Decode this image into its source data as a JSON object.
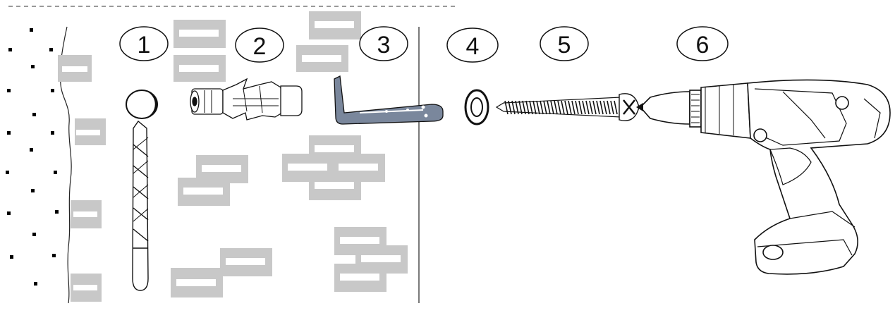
{
  "steps": [
    {
      "number": "1",
      "icon": "drill-bit-icon"
    },
    {
      "number": "2",
      "icon": "wall-plug-anchor-icon"
    },
    {
      "number": "3",
      "icon": "l-bracket-icon"
    },
    {
      "number": "4",
      "icon": "washer-icon"
    },
    {
      "number": "5",
      "icon": "screw-icon"
    },
    {
      "number": "6",
      "icon": "cordless-drill-icon"
    }
  ],
  "colors": {
    "line": "#111111",
    "label_placeholder": "#c8c8c8",
    "bracket": "#7a879c",
    "wall_dots": "#000000"
  }
}
